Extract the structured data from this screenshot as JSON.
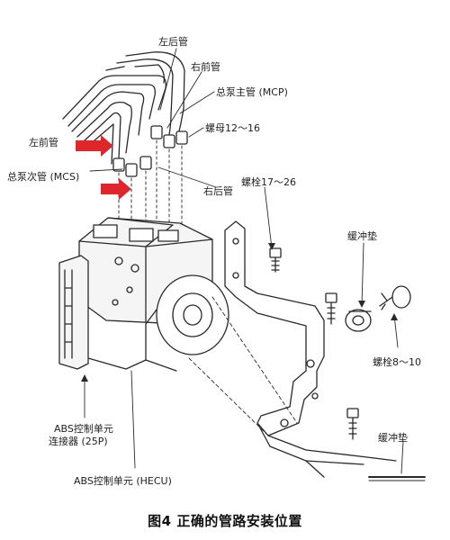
{
  "labels": {
    "left_rear_pipe": "左后管",
    "right_front_pipe": "右前管",
    "master_main_pipe": "总泵主管 (MCP)",
    "nut_torque": "螺母12～16",
    "left_front_pipe": "左前管",
    "master_secondary_pipe": "总泵次管 (MCS)",
    "right_rear_pipe": "右后管",
    "bolt_17_26": "螺栓17～26",
    "buffer_pad_top": "缓冲垫",
    "bolt_8_10": "螺栓8～10",
    "abs_connector_line1": "ABS控制单元",
    "abs_connector_line2": "连接器 (25P)",
    "buffer_pad_bottom": "缓冲垫",
    "abs_unit": "ABS控制单元 (HECU)"
  },
  "caption": "图4 正确的管路安装位置",
  "colors": {
    "line": "#2a2a2a",
    "arrow_red": "#e0262a",
    "body_shade": "#f2f2f2"
  }
}
